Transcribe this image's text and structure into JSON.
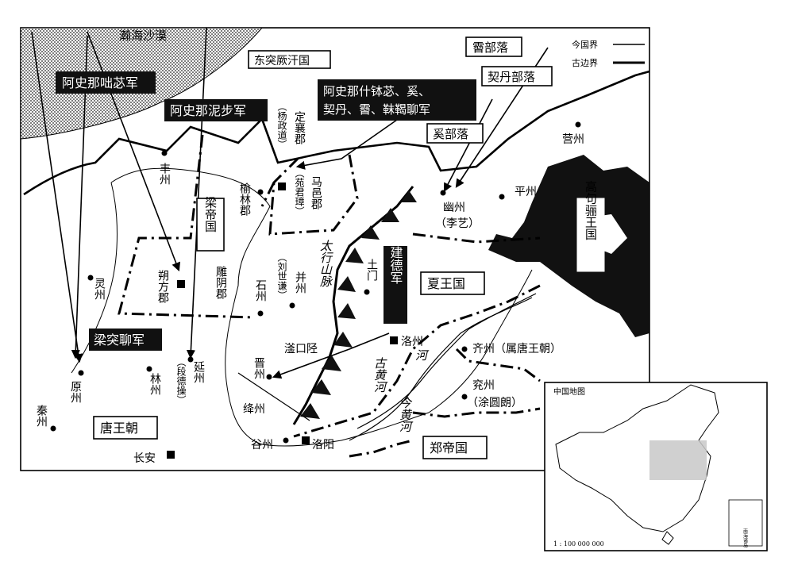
{
  "map": {
    "regions": {
      "desert": "瀚海沙漠",
      "dongtujue": "东突厥汗国",
      "xi_tribe": "霫部落",
      "qidan_tribe": "契丹部落",
      "xi_ethnic": "奚部落",
      "liang": "梁帝国",
      "xia": "夏王国",
      "tang": "唐王朝",
      "zheng": "郑帝国",
      "goguryeo": "高句骊王国"
    },
    "armies": {
      "ashina_duobi": "阿史那咄苾军",
      "ashina_nibu": "阿史那泥步军",
      "ashina_shibobi_l1": "阿史那什钵苾、奚、",
      "ashina_shibobi_l2": "契丹、霫、靺鞨聊军",
      "liang_tujue": "梁突聊军",
      "dou_jiande": "窦建德军"
    },
    "places": {
      "dingxiang": "定襄郡",
      "yang_zhengdao": "（杨政道）",
      "mayi": "马邑郡",
      "yuan_junzhang": "（苑君璋）",
      "yulin": "榆林郡",
      "fengzhou": "丰州",
      "lingzhou": "灵州",
      "shuofang": "朔方郡",
      "diaoyin": "雕阴郡",
      "shizhou": "石州",
      "bingzhou": "并州",
      "liu_shirang": "（刘世谦）",
      "tumen": "土门",
      "youzhou": "幽州",
      "li_yi": "（李艺）",
      "pingzhou": "平州",
      "yingzhou": "营州",
      "yuanzhou": "原州",
      "yanzhou": "延州",
      "duan_dexiao": "（段德操）",
      "linzhou": "林州",
      "jinzhou": "晋州",
      "jiangzhou": "绛州",
      "qinzhou": "秦州",
      "changan": "长安",
      "guzhou": "谷州",
      "luoyang": "洛阳",
      "luozhou": "洛州",
      "fukou": "滏口陉",
      "qizhou": "齐州（属唐王朝）",
      "yanzhou_e": "兖州",
      "xu_yuanlang": "（涂圆朗）",
      "taihang": "太行山脉",
      "ancient_river": "古黄河",
      "modern_river": "今黄河",
      "river_word": "河"
    },
    "legend": {
      "modern": "今国界",
      "ancient": "古边界"
    }
  },
  "inset": {
    "title": "中国地图",
    "scale": "1 : 100 000 000",
    "sea_label": "南海诸岛"
  }
}
